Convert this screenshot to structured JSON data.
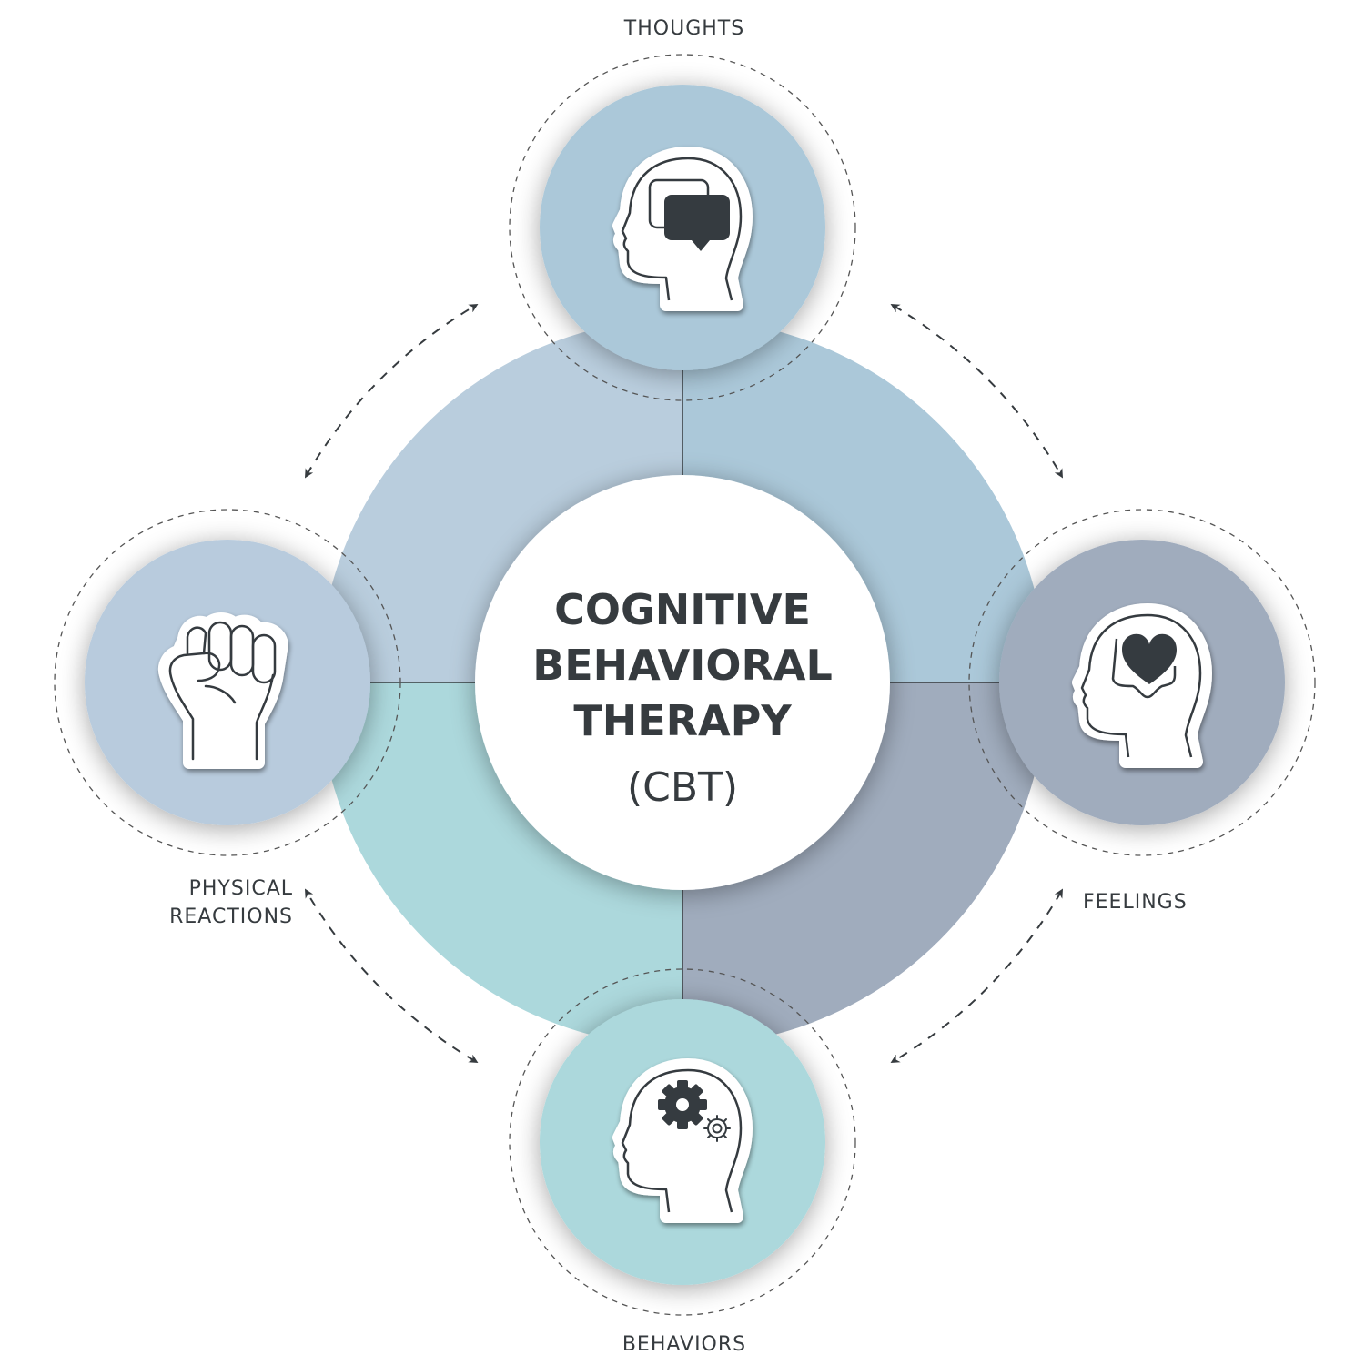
{
  "diagram": {
    "title_lines": [
      "COGNITIVE",
      "BEHAVIORAL",
      "THERAPY"
    ],
    "subtitle": "(CBT)",
    "nodes": [
      {
        "key": "thoughts",
        "label": "THOUGHTS",
        "icon": "head-speech-bubble-icon",
        "color": "#abc8d9"
      },
      {
        "key": "feelings",
        "label": "FEELINGS",
        "icon": "head-heart-icon",
        "color": "#a0acbd"
      },
      {
        "key": "behaviors",
        "label": "BEHAVIORS",
        "icon": "head-gears-icon",
        "color": "#acd8dc"
      },
      {
        "key": "physical",
        "label_lines": [
          "PHYSICAL",
          "REACTIONS"
        ],
        "icon": "raised-fist-icon",
        "color": "#b8cbdd"
      }
    ],
    "quadrants": [
      {
        "name": "top-left",
        "color": "#b9cddd"
      },
      {
        "name": "top-right",
        "color": "#abc8d9"
      },
      {
        "name": "bottom-right",
        "color": "#a0acbd"
      },
      {
        "name": "bottom-left",
        "color": "#acd8dc"
      }
    ],
    "connections": [
      {
        "from": "thoughts",
        "to": "feelings",
        "style": "dashed-bidirectional"
      },
      {
        "from": "feelings",
        "to": "behaviors",
        "style": "dashed-bidirectional"
      },
      {
        "from": "behaviors",
        "to": "physical",
        "style": "dashed-bidirectional"
      },
      {
        "from": "physical",
        "to": "thoughts",
        "style": "dashed-bidirectional"
      }
    ],
    "text_color": "#363b3f",
    "icon_dark": "#363b3f"
  }
}
